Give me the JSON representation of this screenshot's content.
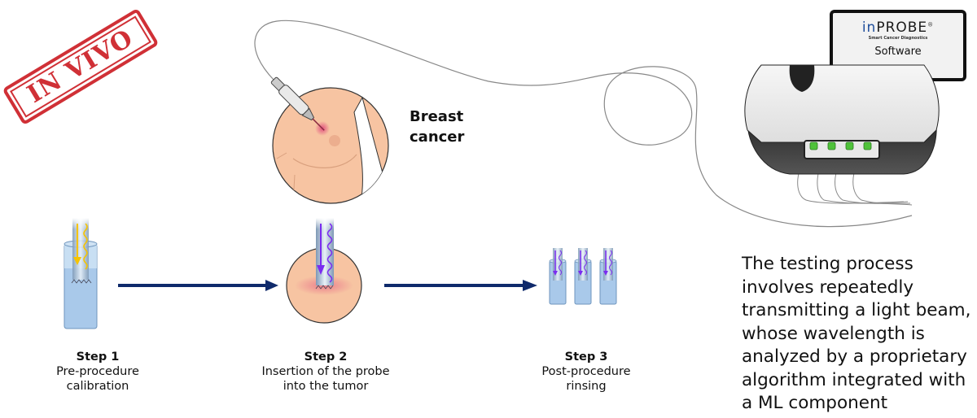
{
  "stamp": {
    "text": "IN VIVO",
    "color": "#d03036"
  },
  "anatomy": {
    "label_line1": "Breast",
    "label_line2": "cancer"
  },
  "software_screen": {
    "brand_prefix": "in",
    "brand_name": "PROBE",
    "brand_mark": "®",
    "tagline": "Smart Cancer Diagnostics",
    "label": "Software"
  },
  "steps": [
    {
      "title": "Step 1",
      "line1": "Pre-procedure",
      "line2": "calibration"
    },
    {
      "title": "Step 2",
      "line1": "Insertion of the probe",
      "line2": "into the tumor"
    },
    {
      "title": "Step 3",
      "line1": "Post-procedure",
      "line2": "rinsing"
    }
  ],
  "description": "The testing process involves repeatedly transmitting a light beam, whose wavelength is analyzed by a proprietary algorithm integrated with a ML component",
  "colors": {
    "arrow": "#0f2a6b",
    "calibration_light": "#f6c400",
    "probe_light": "#7a2cf0",
    "led": "#4fc23a",
    "skin": "#f7c4a2",
    "tumor": "#e0447a"
  }
}
